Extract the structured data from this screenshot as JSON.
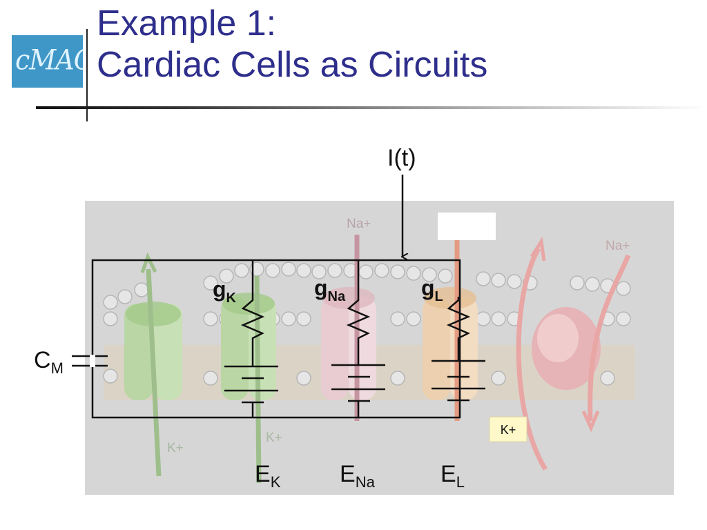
{
  "title": {
    "line1": "Example 1:",
    "line2": "Cardiac Cells as Circuits"
  },
  "logo": {
    "text": "cMACS"
  },
  "diagram": {
    "current_label": "I(t)",
    "capacitor_label": {
      "main": "C",
      "sub": "M"
    },
    "conductances": [
      {
        "main": "g",
        "sub": "K"
      },
      {
        "main": "g",
        "sub": "Na"
      },
      {
        "main": "g",
        "sub": "L"
      }
    ],
    "reversal_potentials": [
      {
        "main": "E",
        "sub": "K"
      },
      {
        "main": "E",
        "sub": "Na"
      },
      {
        "main": "E",
        "sub": "L"
      }
    ],
    "ion_labels": {
      "na_top": "Na+",
      "na_right": "Na+",
      "k_left": "K+",
      "k_mid": "K+",
      "k_box": "K+"
    },
    "colors": {
      "title": "#2e2e8c",
      "logo": "#3f97c8",
      "k_box": "#fff8c8"
    }
  }
}
